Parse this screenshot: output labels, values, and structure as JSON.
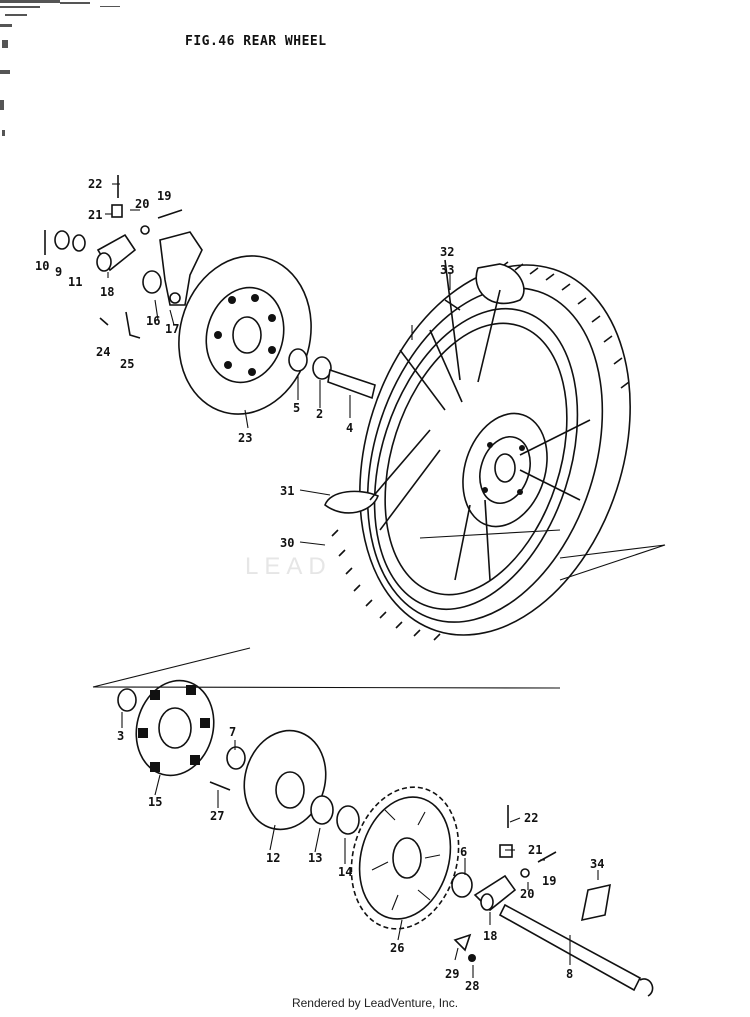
{
  "title": "FIG.46  REAR WHEEL",
  "footer": "Rendered by LeadVenture, Inc.",
  "watermark": "LEAD",
  "callouts": [
    {
      "id": "c22a",
      "label": "22"
    },
    {
      "id": "c21a",
      "label": "21"
    },
    {
      "id": "c20a",
      "label": "20"
    },
    {
      "id": "c19a",
      "label": "19"
    },
    {
      "id": "c10",
      "label": "10"
    },
    {
      "id": "c9",
      "label": "9"
    },
    {
      "id": "c11",
      "label": "11"
    },
    {
      "id": "c18a",
      "label": "18"
    },
    {
      "id": "c16",
      "label": "16"
    },
    {
      "id": "c17",
      "label": "17"
    },
    {
      "id": "c24",
      "label": "24"
    },
    {
      "id": "c25",
      "label": "25"
    },
    {
      "id": "c23",
      "label": "23"
    },
    {
      "id": "c5",
      "label": "5"
    },
    {
      "id": "c2",
      "label": "2"
    },
    {
      "id": "c4",
      "label": "4"
    },
    {
      "id": "c32",
      "label": "32"
    },
    {
      "id": "c33",
      "label": "33"
    },
    {
      "id": "c31",
      "label": "31"
    },
    {
      "id": "c30",
      "label": "30"
    },
    {
      "id": "c3",
      "label": "3"
    },
    {
      "id": "c15",
      "label": "15"
    },
    {
      "id": "c7",
      "label": "7"
    },
    {
      "id": "c27",
      "label": "27"
    },
    {
      "id": "c12",
      "label": "12"
    },
    {
      "id": "c13",
      "label": "13"
    },
    {
      "id": "c14",
      "label": "14"
    },
    {
      "id": "c26",
      "label": "26"
    },
    {
      "id": "c6",
      "label": "6"
    },
    {
      "id": "c22b",
      "label": "22"
    },
    {
      "id": "c21b",
      "label": "21"
    },
    {
      "id": "c19b",
      "label": "19"
    },
    {
      "id": "c20b",
      "label": "20"
    },
    {
      "id": "c18b",
      "label": "18"
    },
    {
      "id": "c34",
      "label": "34"
    },
    {
      "id": "c8",
      "label": "8"
    },
    {
      "id": "c29",
      "label": "29"
    },
    {
      "id": "c28",
      "label": "28"
    }
  ]
}
